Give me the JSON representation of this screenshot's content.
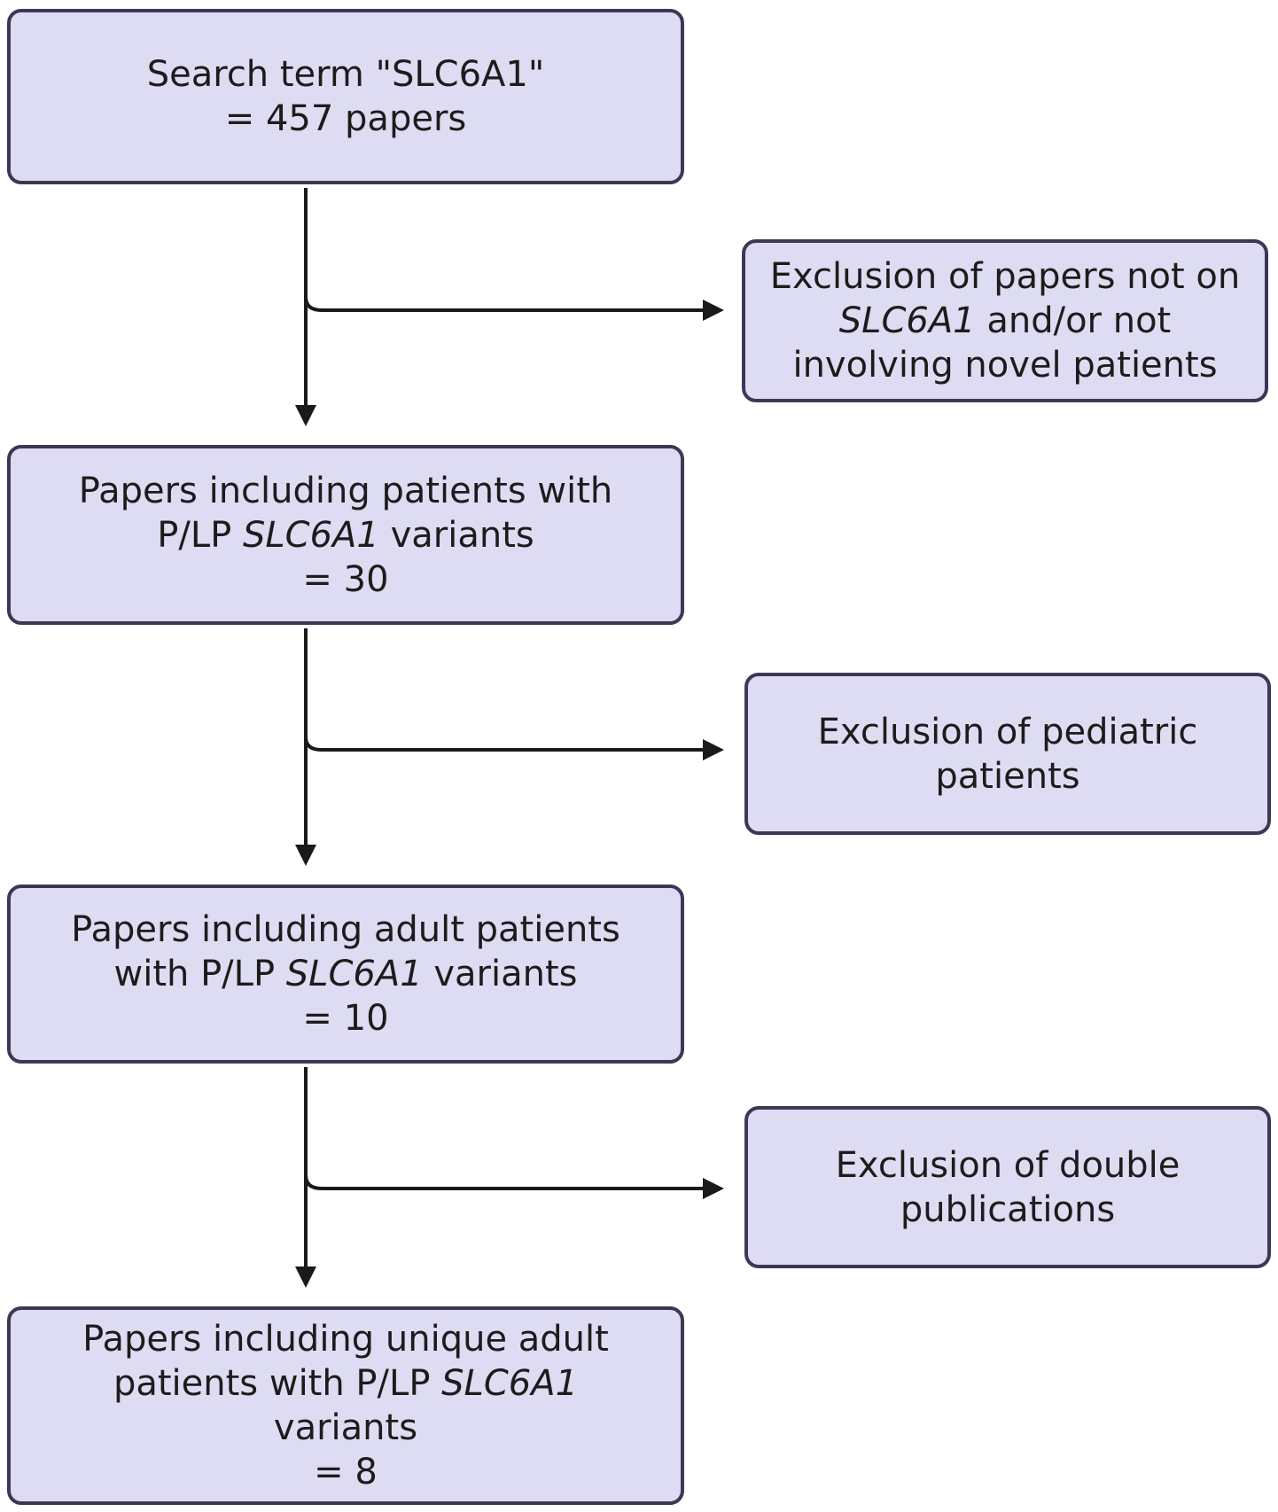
{
  "diagram": {
    "boxes": {
      "search": {
        "line1": "Search term \"SLC6A1\"",
        "line2": "= 457 papers"
      },
      "pathogenic": {
        "line1": "Papers including patients with",
        "line2_pre": "P/LP ",
        "line2_gene": "SLC6A1",
        "line2_post": " variants",
        "line3": "= 30"
      },
      "adult": {
        "line1": "Papers including adult patients",
        "line2_pre": "with P/LP ",
        "line2_gene": "SLC6A1",
        "line2_post": " variants",
        "line3": "= 10"
      },
      "unique": {
        "line1": "Papers including unique adult",
        "line2_pre": "patients with P/LP ",
        "line2_gene": "SLC6A1",
        "line3": "variants",
        "line4": "= 8"
      }
    },
    "exclusions": {
      "not_on_gene": {
        "line1": "Exclusion of papers not on",
        "line2_gene": "SLC6A1",
        "line2_post": " and/or not",
        "line3": "involving novel patients"
      },
      "pediatric": {
        "line1": "Exclusion of pediatric",
        "line2": "patients"
      },
      "double": {
        "line1": "Exclusion of double",
        "line2": "publications"
      }
    },
    "colors": {
      "box_fill": "#dedcf2",
      "box_border": "#3f3657",
      "arrow": "#1a1a1a"
    }
  }
}
